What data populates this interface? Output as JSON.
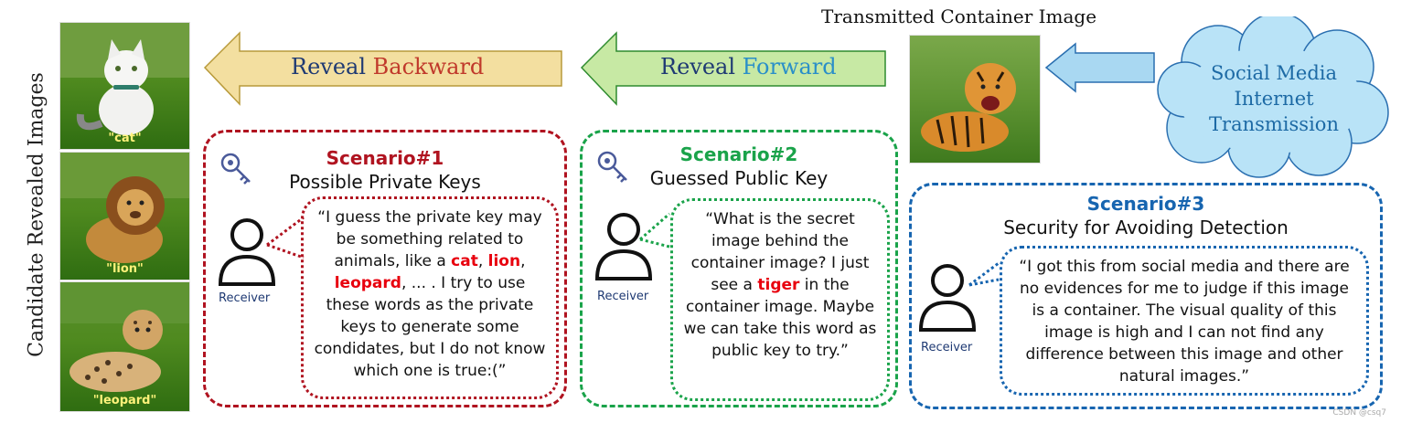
{
  "left_axis_label": "Candidate Revealed Images",
  "thumbnails": [
    {
      "caption": "\"cat\"",
      "icon": "cat-image"
    },
    {
      "caption": "\"lion\"",
      "icon": "lion-image"
    },
    {
      "caption": "\"leopard\"",
      "icon": "leopard-image"
    }
  ],
  "arrows": {
    "backward": {
      "word1": "Reveal",
      "word2": "Backward",
      "fill": "#f3dfa0",
      "accent": "#c0392b"
    },
    "forward": {
      "word1": "Reveal",
      "word2": "Forward",
      "fill": "#c7e9a4",
      "accent": "#2a8fc8"
    },
    "incoming": {
      "fill": "#a9d8f2"
    }
  },
  "container": {
    "title": "Transmitted Container Image",
    "icon": "tiger-image"
  },
  "cloud": {
    "line1": "Social Media",
    "line2": "Internet",
    "line3": "Transmission",
    "fill": "#b9e3f7"
  },
  "scenarios": [
    {
      "title": "Scenario#1",
      "subtitle": "Possible Private Keys",
      "color": "#b01320",
      "receiver": "Receiver",
      "quote": {
        "p1": "“I guess the private key may be something related to animals, like a ",
        "h1": "cat",
        "p2": ", ",
        "h2": "lion",
        "p3": ", ",
        "h3": "leopard",
        "p4": ", ... . I try to use these words as the private keys to generate some condidates, but I do not know which one is true:(”"
      }
    },
    {
      "title": "Scenario#2",
      "subtitle": "Guessed Public Key",
      "color": "#1aa34a",
      "receiver": "Receiver",
      "quote": {
        "p1": "“What is the secret image behind the container image? I just see a ",
        "h1": "tiger",
        "p2": " in the container image. Maybe we can take this word as public key to try.”"
      }
    },
    {
      "title": "Scenario#3",
      "subtitle": "Security for Avoiding Detection",
      "color": "#1765b0",
      "receiver": "Receiver",
      "quote": {
        "p1": "“I got this from social media and there are no evidences for me to judge if this image is a container. The visual quality of this image is high and I can not find any difference between this image and other natural images.”"
      }
    }
  ],
  "watermark": "CSDN @csq7"
}
